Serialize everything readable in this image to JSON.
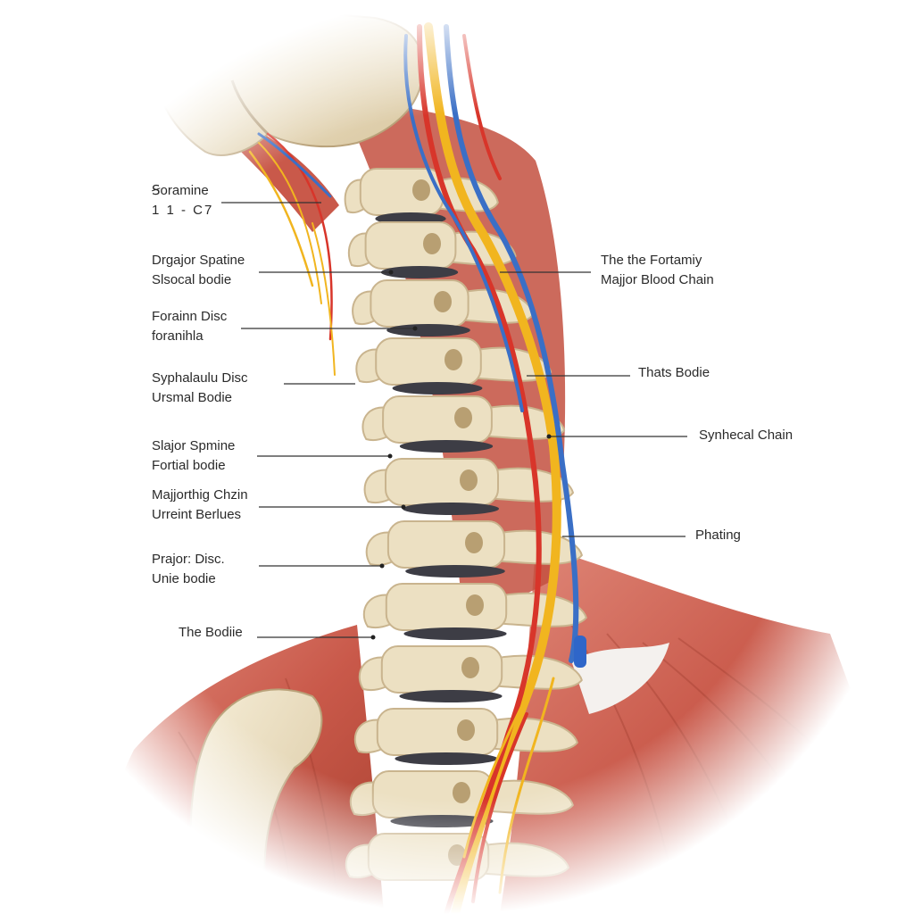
{
  "labels": {
    "left": [
      {
        "line1": "Ꞩoramine",
        "line2": "1 1 - C7"
      },
      {
        "line1": "Drgajor Spatine",
        "line2": "Slsocal bodie"
      },
      {
        "line1": "Forainn Disc",
        "line2": "foranihla"
      },
      {
        "line1": "Syphalaulu Disc",
        "line2": "Ursmal Bodie"
      },
      {
        "line1": "Slajor  Spmine",
        "line2": "Fortial bodie"
      },
      {
        "line1": "Majjorthig Chzin",
        "line2": "Urreint Berlues"
      },
      {
        "line1": "Prajor: Disc.",
        "line2": "Unie bodie"
      },
      {
        "line1": "The Bodiie"
      }
    ],
    "right": [
      {
        "line1": "The the Fortamiy",
        "line2": "Majjor Blood Chain"
      },
      {
        "line1": "Thats Bodie"
      },
      {
        "line1": "Synhecal Chain"
      },
      {
        "line1": "Phating"
      }
    ]
  },
  "colors": {
    "bone": "#ece0c2",
    "bone_shadow": "#c9b48e",
    "disc": "#3d3d45",
    "muscle": "#c8594b",
    "muscle_light": "#e39b8c",
    "nerve": "#f1b51f",
    "artery": "#d8352a",
    "vein": "#3a6fc6",
    "leader": "#333333"
  }
}
